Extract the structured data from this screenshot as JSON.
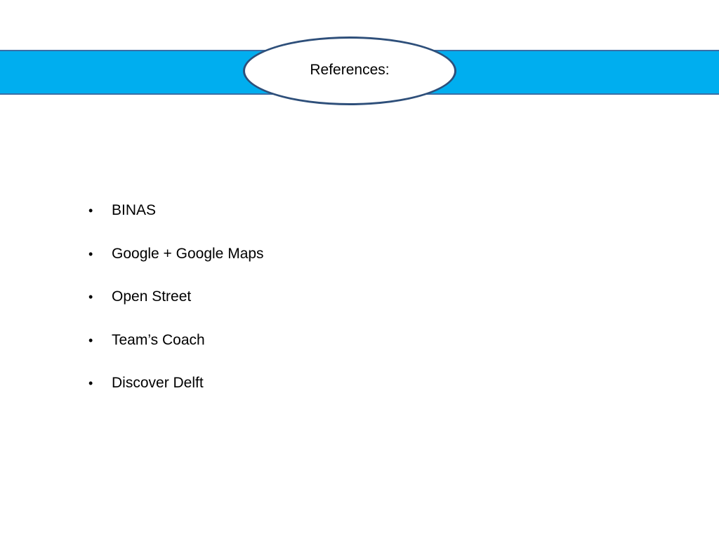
{
  "slide": {
    "title": "References:",
    "bullet_glyph": "•",
    "references": [
      "BINAS",
      "Google + Google Maps",
      "Open Street",
      "Team’s Coach",
      "Discover Delft"
    ]
  },
  "colors": {
    "banner": "#00aeef",
    "banner_border": "#3b6ea5",
    "oval_border": "#2e4f7a",
    "background": "#ffffff"
  }
}
